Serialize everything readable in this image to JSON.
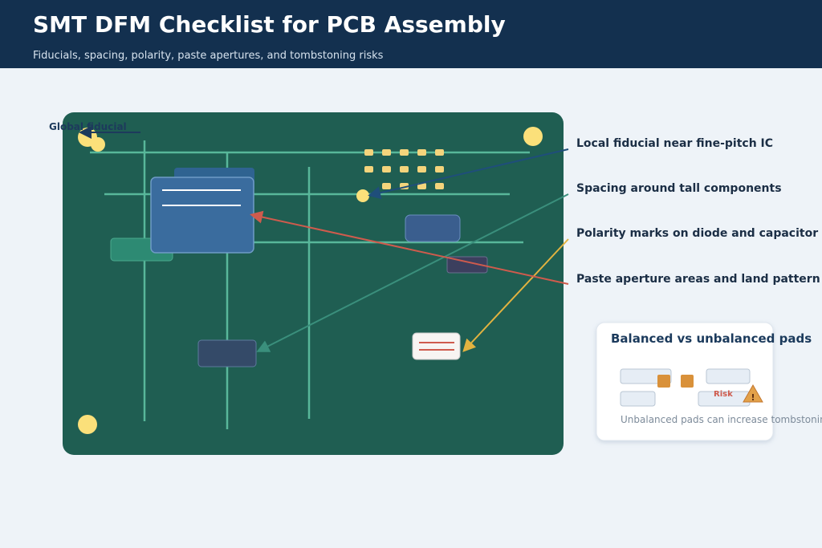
{
  "header": {
    "title": "SMT DFM Checklist for PCB Assembly",
    "subtitle": "Fiducials, spacing, polarity, paste apertures, and tombstoning risks"
  },
  "board": {
    "global_fiducial_label": "Global fiducial"
  },
  "callouts": [
    {
      "label": "Local fiducial near fine-pitch IC",
      "color": "#1f4e7a"
    },
    {
      "label": "Spacing around tall components",
      "color": "#3a8f7c"
    },
    {
      "label": "Polarity marks on diode and capacitor",
      "color": "#e2b340"
    },
    {
      "label": "Paste aperture areas and land pattern review",
      "color": "#cf5b4d"
    }
  ],
  "inset": {
    "title": "Balanced vs unbalanced pads",
    "risk_label": "Risk",
    "note": "Unbalanced pads can increase tombstoning"
  },
  "colors": {
    "header_bg": "#13304f",
    "board": "#1f5e52",
    "trace": "#58b79a",
    "fiducial": "#fbe07a",
    "ic_body": "#3a6c9e",
    "pad": "#f4d47c",
    "risk": "#cf5b4d"
  }
}
